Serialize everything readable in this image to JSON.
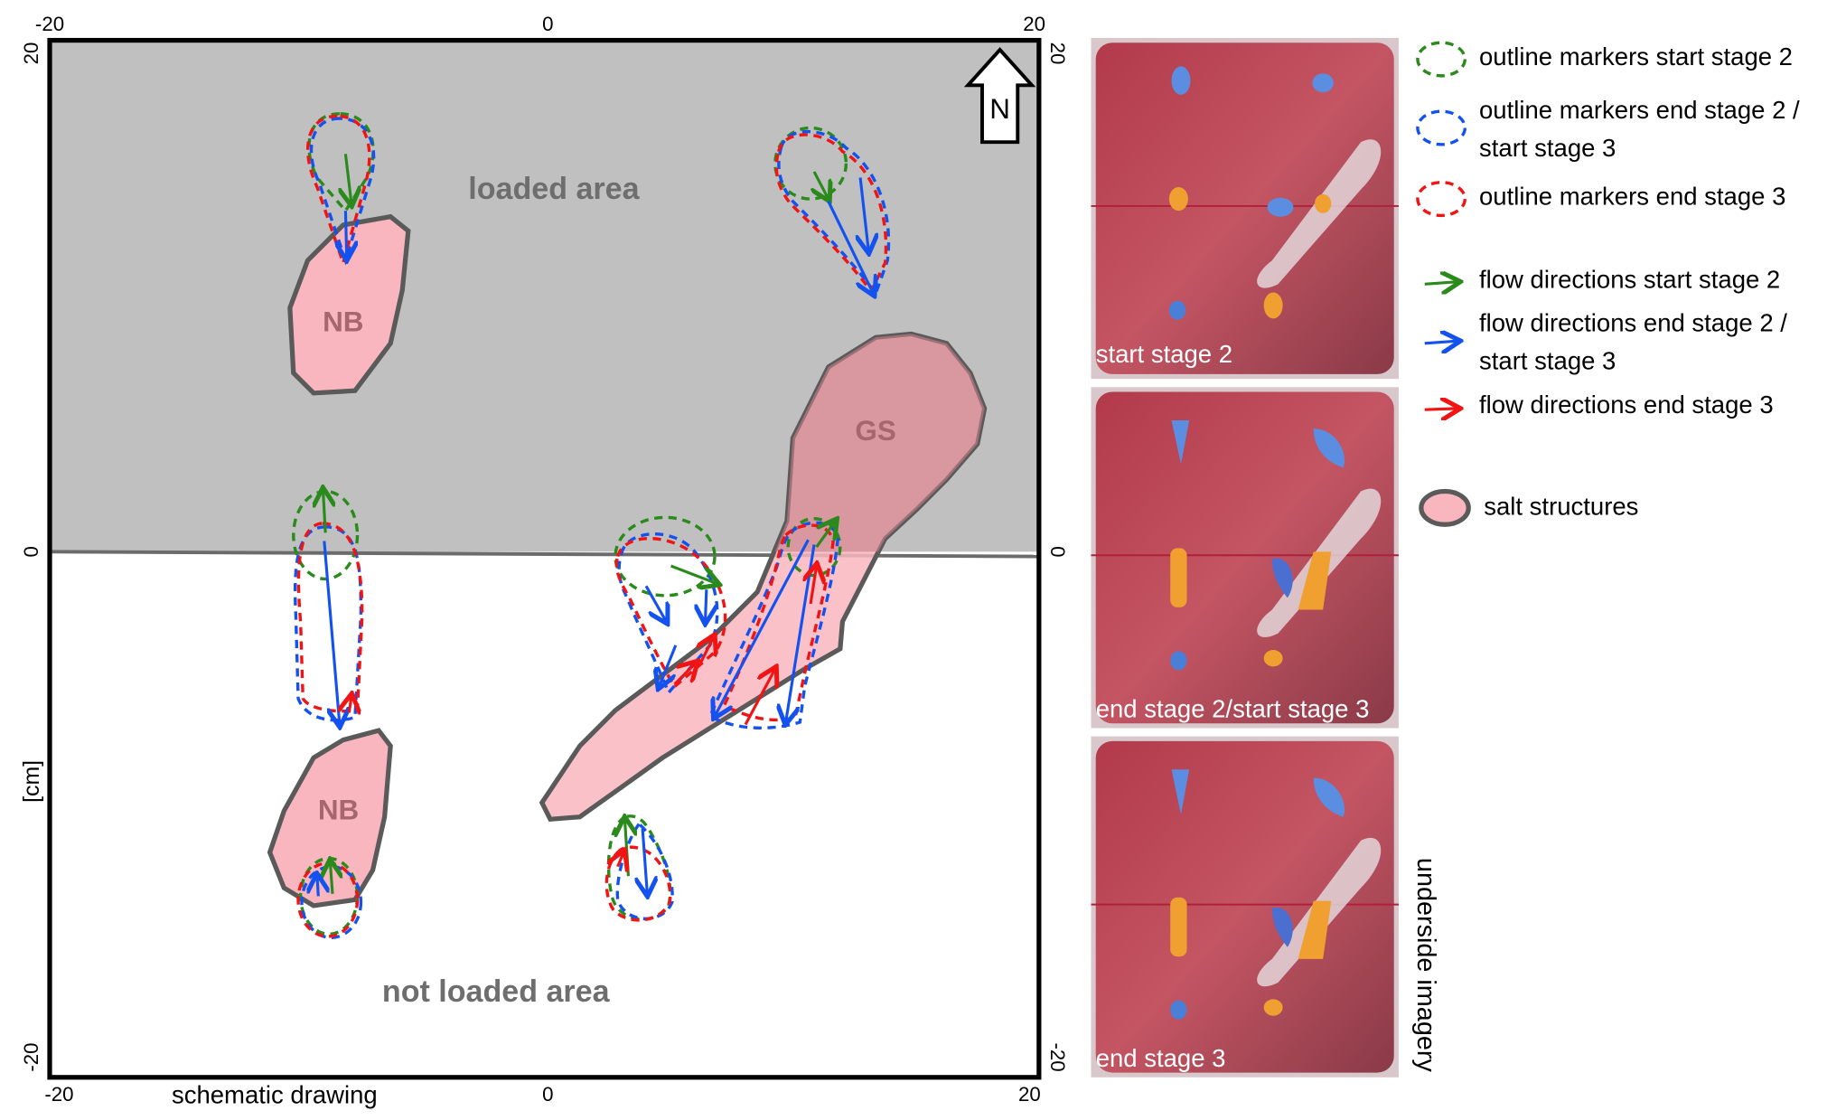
{
  "figure": {
    "schematic": {
      "caption": "schematic drawing",
      "axis_unit": "[cm]",
      "x_ticks": [
        "-20",
        "0",
        "20"
      ],
      "y_ticks": [
        "20",
        "0",
        "-20"
      ],
      "north_label": "N",
      "loaded_label": "loaded area",
      "not_loaded_label": "not loaded area",
      "salt_labels": [
        "NB",
        "GS",
        "NB"
      ]
    },
    "photos": {
      "captions": [
        "start stage 2",
        "end stage 2/start stage 3",
        "end stage 3"
      ],
      "side_label": "underside imagery"
    },
    "legend": [
      {
        "icon": "green-dashed-outline",
        "lines": [
          "outline markers start stage 2"
        ]
      },
      {
        "icon": "blue-dashed-outline",
        "lines": [
          "outline markers end stage 2 /",
          "start stage 3"
        ]
      },
      {
        "icon": "red-dashed-outline",
        "lines": [
          "outline markers end stage 3"
        ]
      },
      {
        "icon": "green-arrow",
        "lines": [
          "flow directions start stage 2"
        ]
      },
      {
        "icon": "blue-arrow",
        "lines": [
          "flow directions end stage 2 /",
          "start stage 3"
        ]
      },
      {
        "icon": "red-arrow",
        "lines": [
          "flow directions end stage 3"
        ]
      },
      {
        "icon": "salt-structure-swatch",
        "lines": [
          "salt structures"
        ]
      }
    ],
    "colors": {
      "start_stage_2": "#2a8a1c",
      "end_stage_2": "#1452f0",
      "end_stage_3": "#f01414",
      "salt": "#f9b6bf",
      "loaded_area": "#c0c0c0"
    }
  }
}
